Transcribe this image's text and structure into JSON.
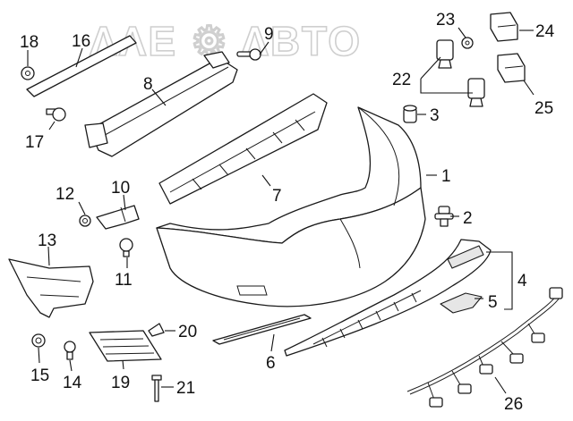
{
  "watermark": "ΛΛΕ ⚙ ΛΒΤΟ",
  "callouts": [
    {
      "id": "1",
      "label": "1"
    },
    {
      "id": "2",
      "label": "2"
    },
    {
      "id": "3",
      "label": "3"
    },
    {
      "id": "4",
      "label": "4"
    },
    {
      "id": "5",
      "label": "5"
    },
    {
      "id": "6",
      "label": "6"
    },
    {
      "id": "7",
      "label": "7"
    },
    {
      "id": "8",
      "label": "8"
    },
    {
      "id": "9",
      "label": "9"
    },
    {
      "id": "10",
      "label": "10"
    },
    {
      "id": "11",
      "label": "11"
    },
    {
      "id": "12",
      "label": "12"
    },
    {
      "id": "13",
      "label": "13"
    },
    {
      "id": "14",
      "label": "14"
    },
    {
      "id": "15",
      "label": "15"
    },
    {
      "id": "16",
      "label": "16"
    },
    {
      "id": "17",
      "label": "17"
    },
    {
      "id": "18",
      "label": "18"
    },
    {
      "id": "19",
      "label": "19"
    },
    {
      "id": "20",
      "label": "20"
    },
    {
      "id": "21",
      "label": "21"
    },
    {
      "id": "22",
      "label": "22"
    },
    {
      "id": "23",
      "label": "23"
    },
    {
      "id": "24",
      "label": "24"
    },
    {
      "id": "25",
      "label": "25"
    },
    {
      "id": "26",
      "label": "26"
    }
  ]
}
